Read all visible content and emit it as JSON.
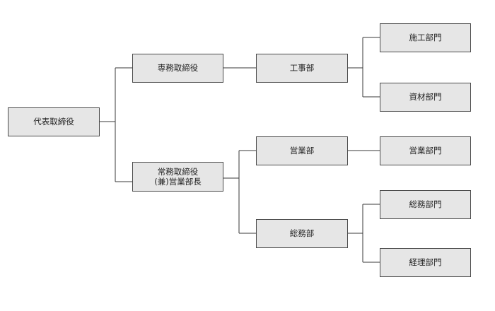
{
  "org_chart": {
    "representative_director": "代表取締役",
    "senior_managing_director": "専務取締役",
    "managing_director": {
      "line1": "常務取締役",
      "line2": "(兼)営業部長"
    },
    "departments": {
      "construction": "工事部",
      "sales": "営業部",
      "general_affairs": "総務部"
    },
    "divisions": {
      "construction": "施工部門",
      "materials": "資材部門",
      "sales": "営業部門",
      "general_affairs": "総務部門",
      "accounting": "経理部門"
    }
  }
}
